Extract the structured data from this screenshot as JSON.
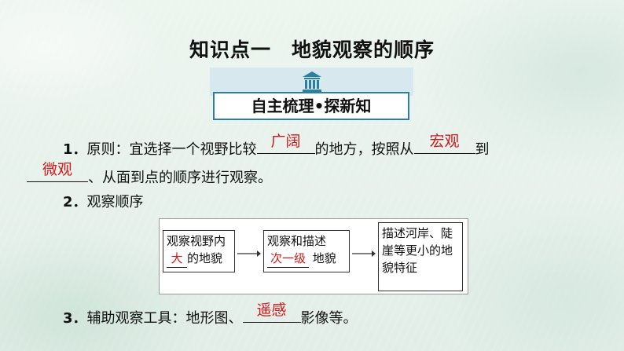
{
  "title": {
    "part1": "知识点一",
    "part2": "地貌观察的顺序"
  },
  "badge": {
    "icon": "academy-pillar-icon",
    "label": "自主梳理•探新知"
  },
  "item1": {
    "num": "1．",
    "text_a": "原则：宜选择一个视野比较",
    "blank_a": "广阔",
    "text_b": "的地方，按照从",
    "blank_b": "宏观",
    "text_c": "到",
    "blank_c": "微观",
    "text_d": "、从面到点的顺序进行观察。"
  },
  "item2": {
    "num": "2．",
    "text": "观察顺序"
  },
  "flow": {
    "box1": {
      "line1": "观察视野内",
      "blank": "大",
      "line2_suffix": "的地貌"
    },
    "box2": {
      "line1": "观察和描述",
      "blank": "次一级",
      "line2_suffix": "地貌"
    },
    "box3": {
      "line1": "描述河岸、陡",
      "line2": "崖等更小的地",
      "line3": "貌特征"
    }
  },
  "item3": {
    "num": "3．",
    "text_a": "辅助观察工具：地形图、",
    "blank_a": "遥感",
    "text_b": "影像等。"
  },
  "colors": {
    "answer": "#d01818",
    "badge_border": "#2b7fa0",
    "badge_band": "#d7e8ee"
  }
}
